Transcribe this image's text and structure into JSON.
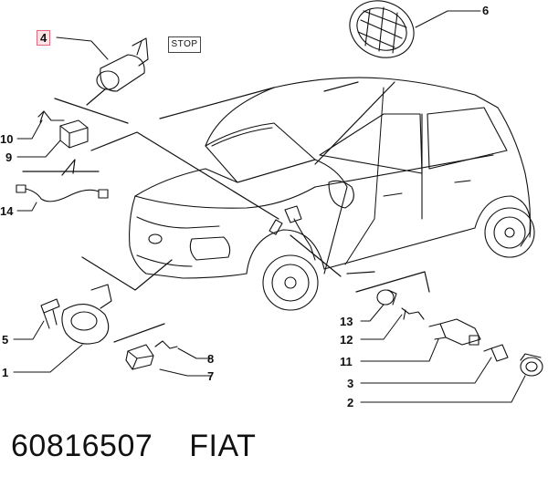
{
  "callouts": {
    "c1": "1",
    "c2": "2",
    "c3": "3",
    "c4": "4",
    "c5": "5",
    "c6": "6",
    "c7": "7",
    "c8": "8",
    "c9": "9",
    "c10": "10",
    "c11": "11",
    "c12": "12",
    "c13": "13",
    "c14": "14"
  },
  "stop_tag": "STOP",
  "footer": {
    "part_number": "60816507",
    "brand": "FIAT"
  },
  "colors": {
    "line": "#111111",
    "highlight_border": "#e06a7a",
    "highlight_fill": "#fde3e8"
  }
}
